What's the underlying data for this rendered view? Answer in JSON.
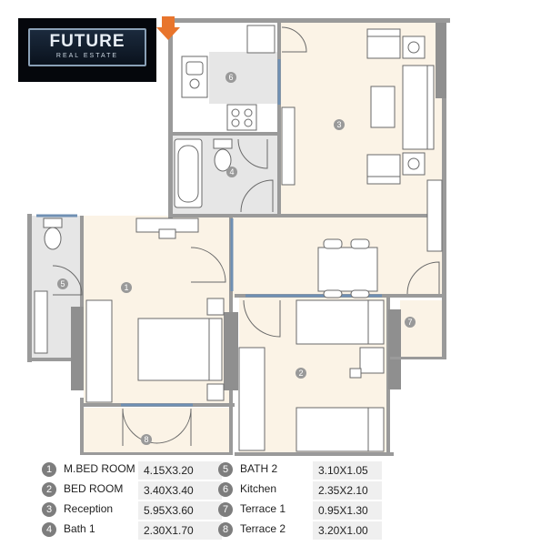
{
  "logo": {
    "brand": "FUTURE",
    "tagline": "REAL ESTATE"
  },
  "room_markers": [
    "1",
    "2",
    "3",
    "4",
    "5",
    "6",
    "7",
    "8"
  ],
  "legend": [
    {
      "num": "1",
      "name": "M.BED ROOM",
      "size": "4.15X3.20"
    },
    {
      "num": "2",
      "name": "BED ROOM",
      "size": "3.40X3.40"
    },
    {
      "num": "3",
      "name": "Reception",
      "size": "5.95X3.60"
    },
    {
      "num": "4",
      "name": "Bath 1",
      "size": "2.30X1.70"
    },
    {
      "num": "5",
      "name": "BATH 2",
      "size": "3.10X1.05"
    },
    {
      "num": "6",
      "name": "Kitchen",
      "size": "2.35X2.10"
    },
    {
      "num": "7",
      "name": "Terrace 1",
      "size": "0.95X1.30"
    },
    {
      "num": "8",
      "name": "Terrace 2",
      "size": "3.20X1.00"
    }
  ],
  "colors": {
    "floor": "#fbf3e6",
    "wet_floor": "#e6e6e6",
    "wall": "#9a9a9a",
    "window": "#6f8fb3",
    "entry_arrow": "#e8752d"
  }
}
